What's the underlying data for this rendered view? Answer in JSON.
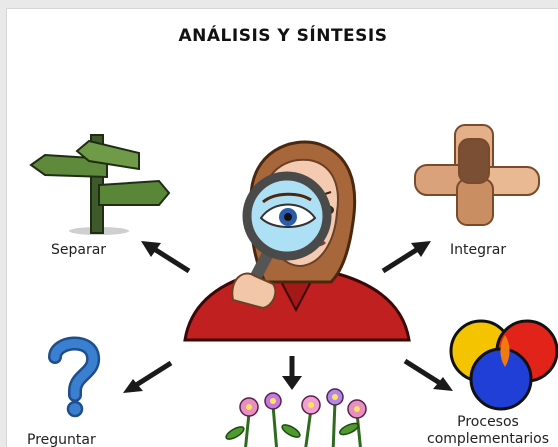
{
  "title": "ANÁLISIS Y SÍNTESIS",
  "nodes": {
    "separar": "Separar",
    "integrar": "Integrar",
    "preguntar": "Preguntar",
    "procesos_line1": "Procesos",
    "procesos_line2": "complementarios"
  },
  "colors": {
    "arrow": "#1a1a1a",
    "question_mark": "#3b7fd0",
    "sweater": "#c0201f",
    "venn_yellow": "#f5c400",
    "venn_red": "#e2231a",
    "venn_blue": "#1f3fd6"
  }
}
